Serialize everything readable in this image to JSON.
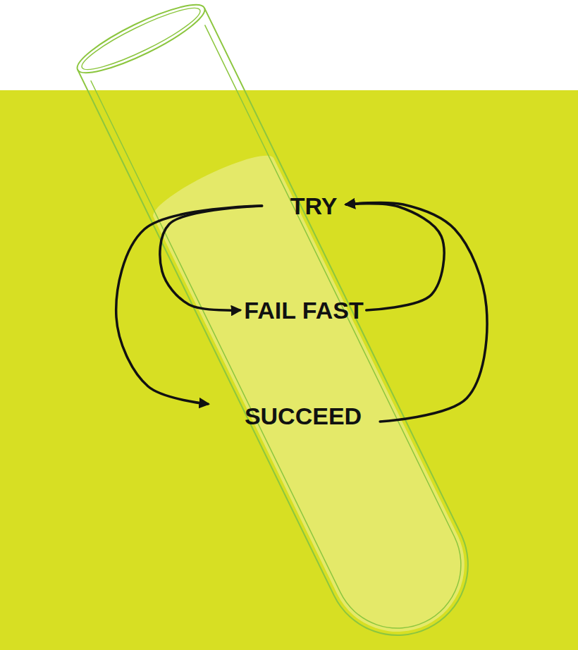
{
  "diagram": {
    "nodes": [
      {
        "text": [
          "TRY"
        ]
      },
      {
        "text": [
          "FAIL FAST"
        ]
      },
      {
        "text": [
          "SUCCEED"
        ]
      }
    ],
    "edges": [
      {
        "from": 0,
        "to": 1,
        "arrow": "to"
      },
      {
        "from": 0,
        "to": 2,
        "arrow": "to"
      },
      {
        "from": 1,
        "to": 0,
        "arrow": "to"
      },
      {
        "from": 2,
        "to": 0,
        "arrow": "to"
      }
    ]
  }
}
